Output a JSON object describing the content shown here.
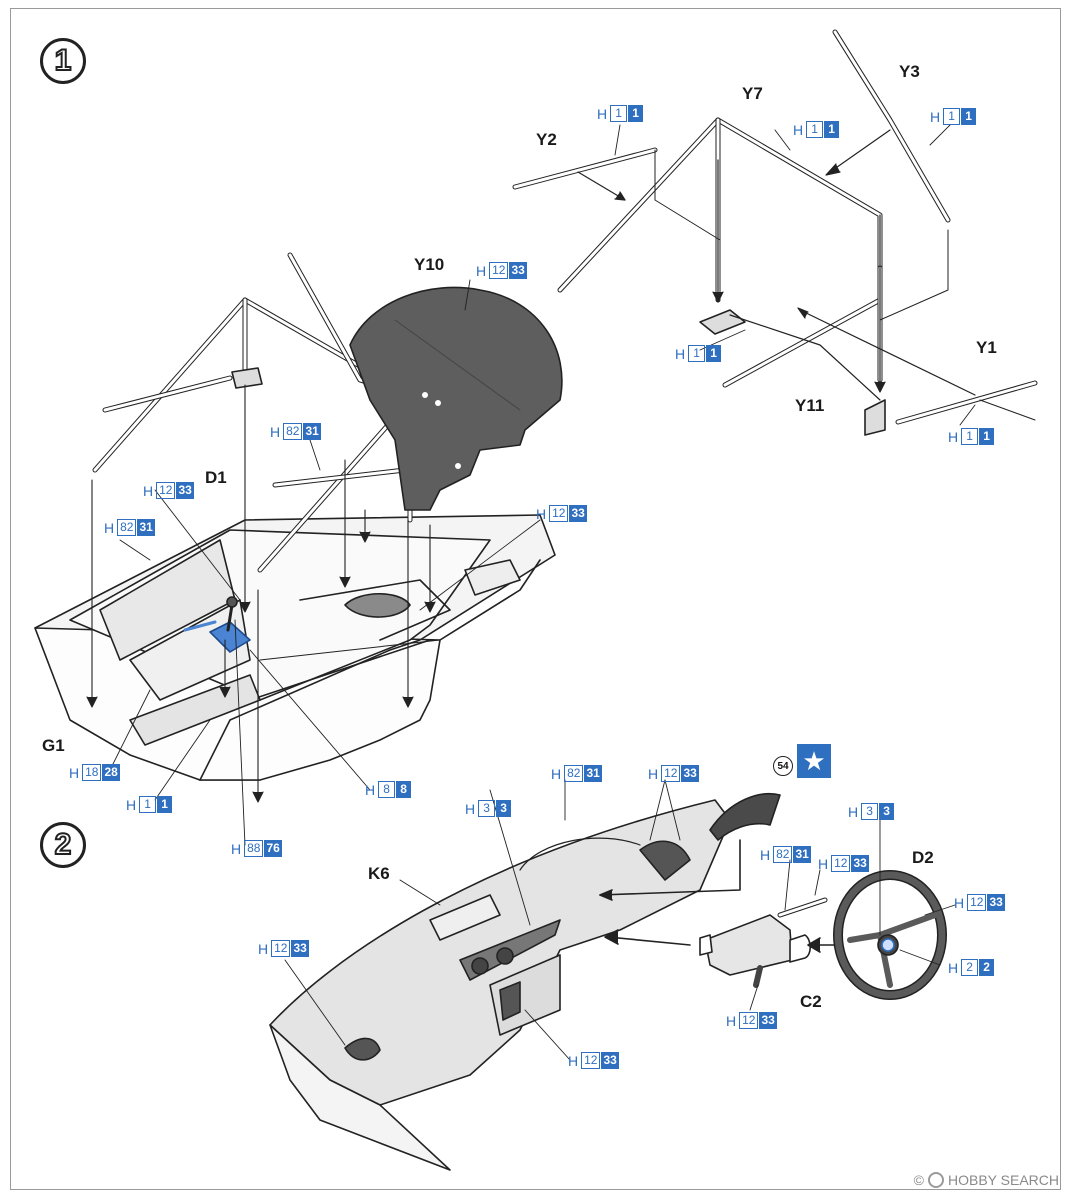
{
  "steps": {
    "one": "1",
    "two": "2"
  },
  "labels": {
    "Y3": "Y3",
    "Y7": "Y7",
    "Y2": "Y2",
    "Y10": "Y10",
    "Y1": "Y1",
    "Y11": "Y11",
    "D1": "D1",
    "G1": "G1",
    "K6": "K6",
    "D2": "D2",
    "C2": "C2"
  },
  "paint": {
    "h": "H",
    "c1": {
      "a": "1",
      "b": "1"
    },
    "c12": {
      "a": "12",
      "b": "33"
    },
    "c82": {
      "a": "82",
      "b": "31"
    },
    "c18": {
      "a": "18",
      "b": "28"
    },
    "c8": {
      "a": "8",
      "b": "8"
    },
    "c88": {
      "a": "88",
      "b": "76"
    },
    "c3": {
      "a": "3",
      "b": "3"
    },
    "c2": {
      "a": "2",
      "b": "2"
    }
  },
  "decal": "54",
  "star_icon": "star-icon",
  "watermark": {
    "brand": "HOBBY SEARCH",
    "symbol": "©"
  },
  "colors": {
    "paint_blue": "#2f6fc0",
    "line": "#222222",
    "fill_dark": "#5a5a5a",
    "fill_light": "#ececec"
  }
}
